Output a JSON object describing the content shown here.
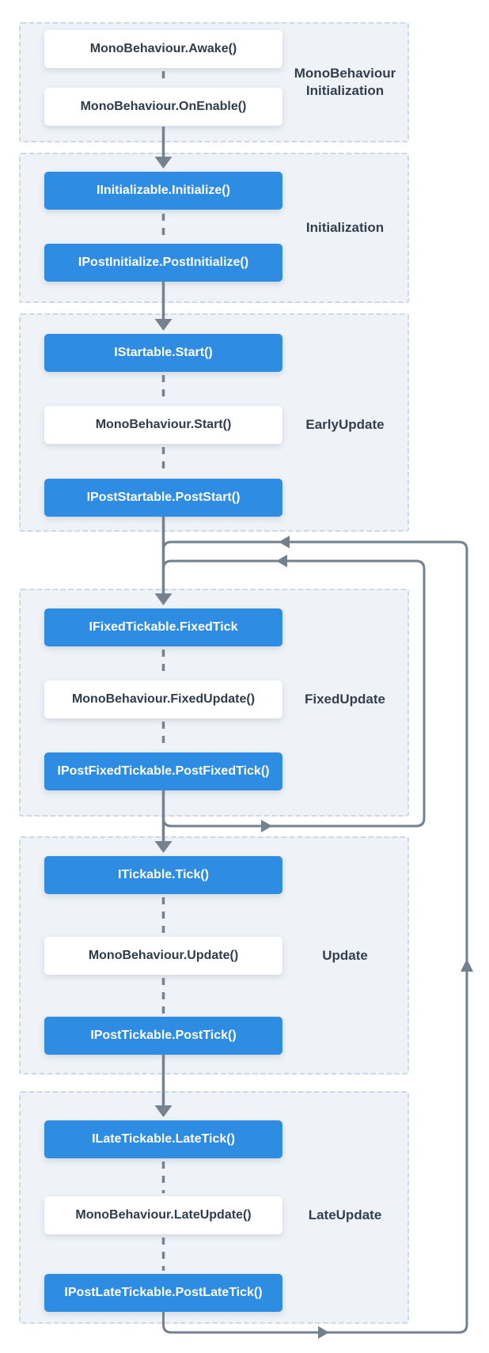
{
  "colors": {
    "accent": "#2E8CE3",
    "box-bg": "#FFFFFF",
    "section-bg": "#EFF3F7",
    "section-border": "#CBD9E4",
    "line": "#76828F",
    "loop-line": "#73808E",
    "text-dark": "#2E3C4B",
    "label-text": "#333F4E"
  },
  "diagram": {
    "type": "lifecycle-flowchart",
    "sections": [
      {
        "label": "MonoBehaviour Initialization",
        "steps": [
          {
            "text": "MonoBehaviour.Awake()",
            "type": "monobehaviour"
          },
          {
            "text": "MonoBehaviour.OnEnable()",
            "type": "monobehaviour"
          }
        ]
      },
      {
        "label": "Initialization",
        "steps": [
          {
            "text": "IInitializable.Initialize()",
            "type": "vcontainer"
          },
          {
            "text": "IPostInitialize.PostInitialize()",
            "type": "vcontainer"
          }
        ]
      },
      {
        "label": "EarlyUpdate",
        "steps": [
          {
            "text": "IStartable.Start()",
            "type": "vcontainer"
          },
          {
            "text": "MonoBehaviour.Start()",
            "type": "monobehaviour"
          },
          {
            "text": "IPostStartable.PostStart()",
            "type": "vcontainer"
          }
        ]
      },
      {
        "label": "FixedUpdate",
        "steps": [
          {
            "text": "IFixedTickable.FixedTick",
            "type": "vcontainer"
          },
          {
            "text": "MonoBehaviour.FixedUpdate()",
            "type": "monobehaviour"
          },
          {
            "text": "IPostFixedTickable.PostFixedTick()",
            "type": "vcontainer"
          }
        ]
      },
      {
        "label": "Update",
        "steps": [
          {
            "text": "ITickable.Tick()",
            "type": "vcontainer"
          },
          {
            "text": "MonoBehaviour.Update()",
            "type": "monobehaviour"
          },
          {
            "text": "IPostTickable.PostTick()",
            "type": "vcontainer"
          }
        ]
      },
      {
        "label": "LateUpdate",
        "steps": [
          {
            "text": "ILateTickable.LateTick()",
            "type": "vcontainer"
          },
          {
            "text": "MonoBehaviour.LateUpdate()",
            "type": "monobehaviour"
          },
          {
            "text": "IPostLateTickable.PostLateTick()",
            "type": "vcontainer"
          }
        ]
      }
    ]
  }
}
